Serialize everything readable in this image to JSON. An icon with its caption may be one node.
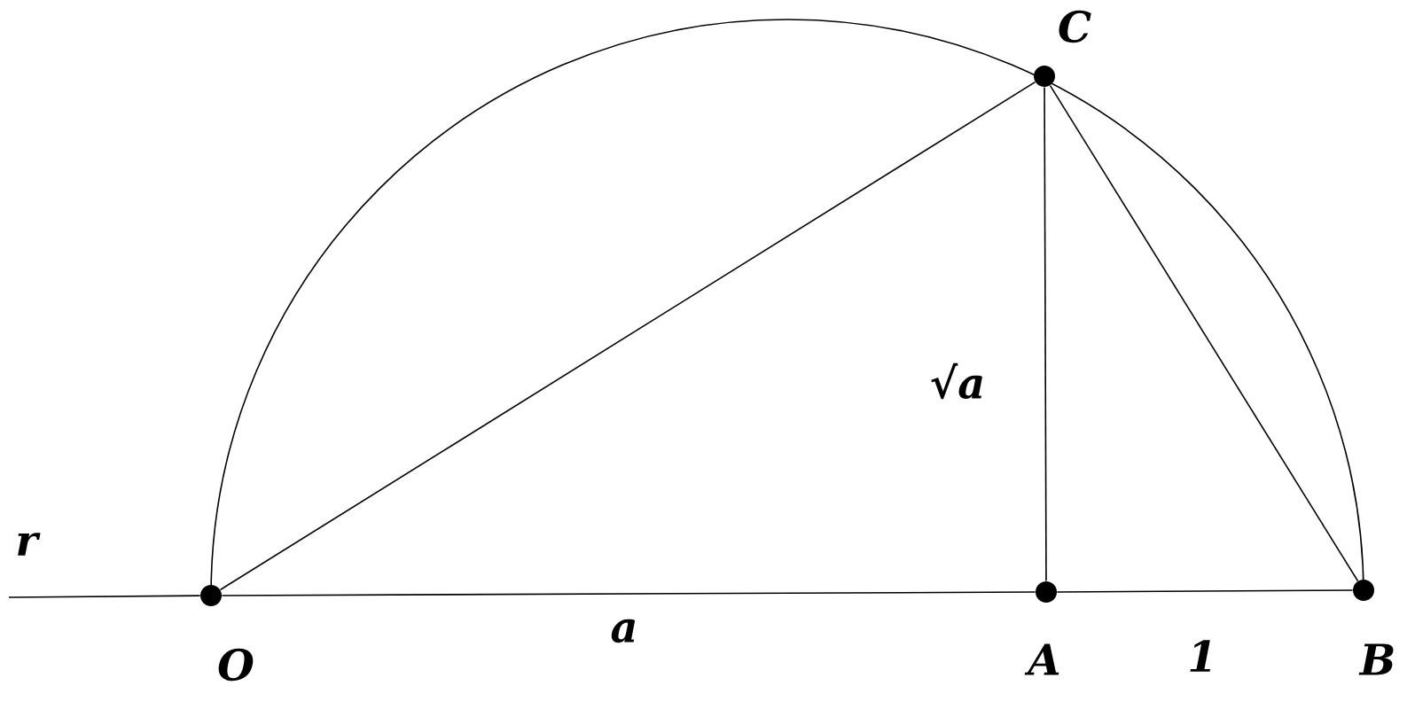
{
  "diagram": {
    "nodes": [
      {
        "text": [
          "O"
        ]
      },
      {
        "text": [
          "A"
        ]
      },
      {
        "text": [
          "B"
        ]
      },
      {
        "text": [
          "C"
        ]
      }
    ],
    "edges": [
      {
        "from": null,
        "to": 0,
        "arrow": "none",
        "label": "r"
      },
      {
        "from": 0,
        "to": 1,
        "arrow": "none",
        "label": "a"
      },
      {
        "from": 1,
        "to": 2,
        "arrow": "none",
        "label": "1"
      },
      {
        "from": 0,
        "to": 3,
        "arrow": "none"
      },
      {
        "from": 3,
        "to": 1,
        "arrow": "none",
        "label": "√a"
      },
      {
        "from": 3,
        "to": 2,
        "arrow": "none"
      },
      {
        "from": 0,
        "to": 2,
        "arrow": "none"
      }
    ]
  }
}
